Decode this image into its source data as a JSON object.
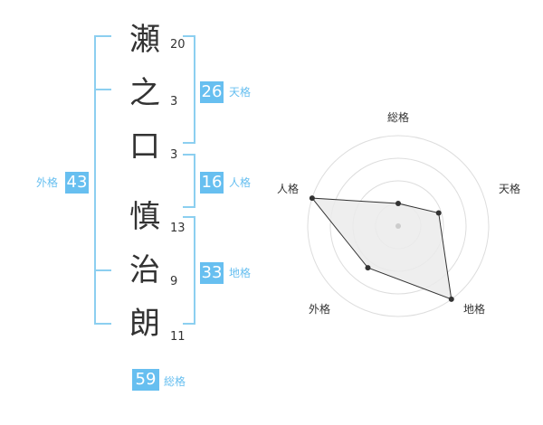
{
  "name": {
    "chars": [
      {
        "char": "瀬",
        "strokes": "20"
      },
      {
        "char": "之",
        "strokes": "3"
      },
      {
        "char": "口",
        "strokes": "3"
      },
      {
        "char": "慎",
        "strokes": "13"
      },
      {
        "char": "治",
        "strokes": "9"
      },
      {
        "char": "朗",
        "strokes": "11"
      }
    ]
  },
  "kakusu": {
    "tenkaku": {
      "value": "26",
      "label": "天格"
    },
    "jinkaku": {
      "value": "16",
      "label": "人格"
    },
    "chikaku": {
      "value": "33",
      "label": "地格"
    },
    "gaikaku": {
      "value": "43",
      "label": "外格"
    },
    "soukaku": {
      "value": "59",
      "label": "総格"
    }
  },
  "radar": {
    "axes": [
      "総格",
      "天格",
      "地格",
      "外格",
      "人格"
    ],
    "levels": 4,
    "values": [
      0.25,
      0.47,
      1.0,
      0.57,
      1.0
    ],
    "colors": {
      "fill": "#ebebeb",
      "stroke": "#333333",
      "grid": "#dddddd",
      "center": "#cccccc"
    }
  },
  "colors": {
    "accent": "#67bff0",
    "bracket": "#8ccff0",
    "text": "#333333"
  }
}
